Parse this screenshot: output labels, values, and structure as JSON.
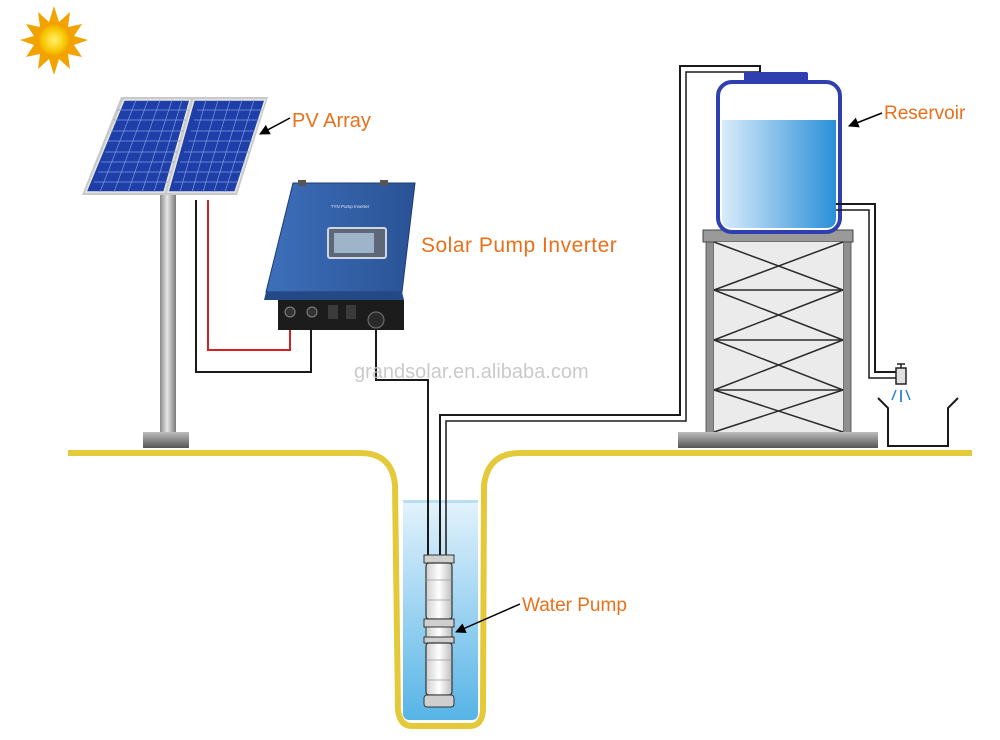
{
  "labels": {
    "pv_array": "PV Array",
    "inverter": "Solar Pump Inverter",
    "reservoir": "Reservoir",
    "water_pump": "Water Pump"
  },
  "watermark": "grandsolar.en.alibaba.com",
  "inverter_nameplate": "TYN Pump Inverter",
  "colors": {
    "label": "#E8701A",
    "ground": "#E4C93A",
    "panel": "#1F3FA8",
    "inverter_body": "#2F5FA6",
    "water": "#3AA0E0",
    "wire_red": "#D42020",
    "sun": "#F2B705"
  }
}
